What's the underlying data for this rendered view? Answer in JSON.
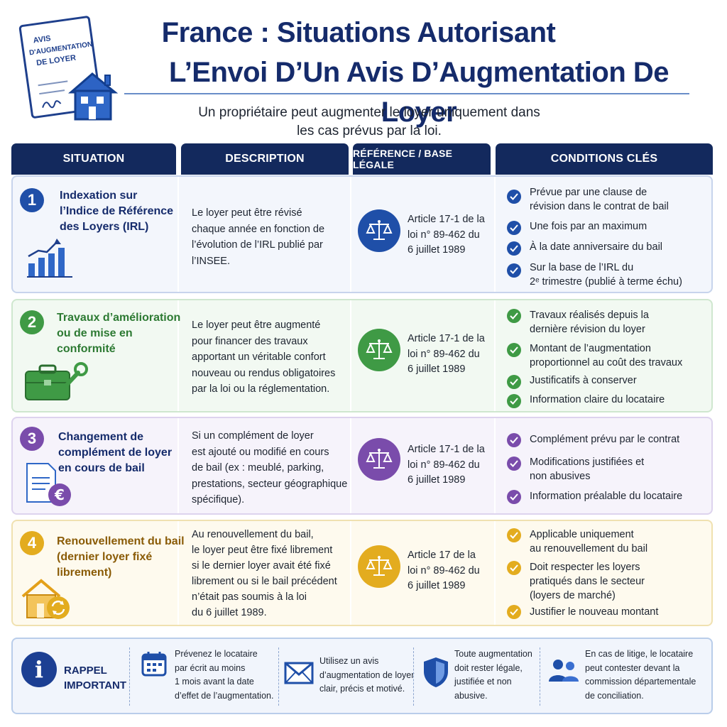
{
  "header": {
    "doc_label": [
      "AVIS",
      "D'AUGMENTATION",
      "DE LOYER"
    ],
    "title_line1": "France : Situations Autorisant",
    "title_line2": "L’Envoi D’Un Avis D’Augmentation De Loyer",
    "subtitle_line1": "Un propriétaire peut augmenter le loyer uniquement dans",
    "subtitle_line2": "les cas prévus par la loi."
  },
  "columns": [
    "SITUATION",
    "DESCRIPTION",
    "RÉFÉRENCE / BASE LÉGALE",
    "CONDITIONS CLÉS"
  ],
  "rows": [
    {
      "number": "1",
      "color": "#1f4fa8",
      "title": [
        "Indexation sur",
        "l’Indice de Référence",
        "des Loyers (IRL)"
      ],
      "icon": "bar-chart-icon",
      "description": [
        "Le loyer peut être révisé",
        "chaque année en fonction de",
        "l’évolution de l’IRL publié par",
        "l’INSEE."
      ],
      "reference": [
        "Article 17-1 de la",
        "loi n° 89-462 du",
        "6 juillet 1989"
      ],
      "conditions": [
        [
          "Prévue par une clause de",
          "révision dans le contrat de bail"
        ],
        [
          "Une fois par an maximum"
        ],
        [
          "À la date anniversaire du bail"
        ],
        [
          "Sur la base de l’IRL du",
          "2ᵉ trimestre (publié à terme échu)"
        ]
      ]
    },
    {
      "number": "2",
      "color": "#3f9a45",
      "title": [
        "Travaux d’amélioration",
        "ou de mise en",
        "conformité"
      ],
      "icon": "toolbox-wrench-icon",
      "description": [
        "Le loyer peut être augmenté",
        "pour financer des travaux",
        "apportant un véritable confort",
        "nouveau ou rendus obligatoires",
        "par la loi ou la réglementation."
      ],
      "reference": [
        "Article 17-1 de la",
        "loi n° 89-462 du",
        "6 juillet 1989"
      ],
      "conditions": [
        [
          "Travaux réalisés depuis la",
          "dernière révision du loyer"
        ],
        [
          "Montant de l’augmentation",
          "proportionnel au coût des travaux"
        ],
        [
          "Justificatifs à conserver"
        ],
        [
          "Information claire du locataire"
        ]
      ]
    },
    {
      "number": "3",
      "color": "#7a4cab",
      "title": [
        "Changement de",
        "complément de loyer",
        "en cours de bail"
      ],
      "icon": "document-euro-icon",
      "description": [
        "Si un complément de loyer",
        "est ajouté ou modifié en cours",
        "de bail (ex : meublé, parking,",
        "prestations, secteur géographique",
        "spécifique)."
      ],
      "reference": [
        "Article 17-1 de la",
        "loi n° 89-462 du",
        "6 juillet 1989"
      ],
      "conditions": [
        [
          "Complément prévu par le contrat"
        ],
        [
          "Modifications justifiées et",
          "non abusives"
        ],
        [
          "Information préalable du locataire"
        ]
      ]
    },
    {
      "number": "4",
      "color": "#e3ac1f",
      "title": [
        "Renouvellement du bail",
        "(dernier loyer fixé",
        "librement)"
      ],
      "icon": "house-renew-icon",
      "description": [
        "Au renouvellement du bail,",
        "le loyer peut être fixé librement",
        "si le dernier loyer avait été fixé",
        "librement ou si le bail précédent",
        "n’était pas soumis à la loi",
        "du 6 juillet 1989."
      ],
      "reference": [
        "Article 17 de la",
        "loi n° 89-462 du",
        "6 juillet 1989"
      ],
      "conditions": [
        [
          "Applicable uniquement",
          "au renouvellement du bail"
        ],
        [
          "Doit respecter les loyers",
          "pratiqués dans le secteur",
          "(loyers de marché)"
        ],
        [
          "Justifier le nouveau montant"
        ]
      ]
    }
  ],
  "footer": {
    "rappel": [
      "RAPPEL",
      "IMPORTANT"
    ],
    "items": [
      {
        "icon": "calendar-icon",
        "text": [
          "Prévenez le locataire",
          "par écrit au moins",
          "1 mois avant la date",
          "d’effet de l’augmentation."
        ]
      },
      {
        "icon": "envelope-icon",
        "text": [
          "Utilisez un avis",
          "d’augmentation de loyer",
          "clair, précis et motivé."
        ]
      },
      {
        "icon": "shield-icon",
        "text": [
          "Toute augmentation",
          "doit rester légale,",
          "justifiée et non",
          "abusive."
        ]
      },
      {
        "icon": "people-icon",
        "text": [
          "En cas de litige, le locataire",
          "peut contester devant la",
          "commission départementale",
          "de conciliation."
        ]
      }
    ]
  }
}
